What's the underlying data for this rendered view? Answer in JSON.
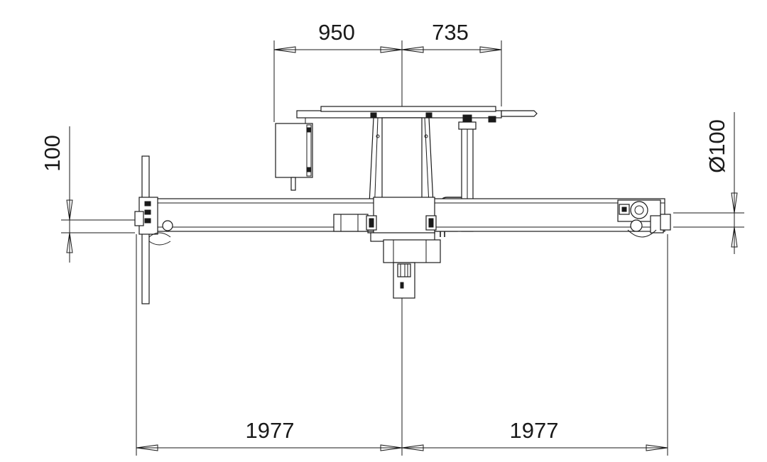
{
  "dimensions": {
    "top_left": "950",
    "top_right": "735",
    "left_height": "100",
    "right_diameter": "Ø100",
    "bottom_left": "1977",
    "bottom_right": "1977"
  },
  "colors": {
    "line": "#1a1a1a",
    "background": "#ffffff"
  }
}
